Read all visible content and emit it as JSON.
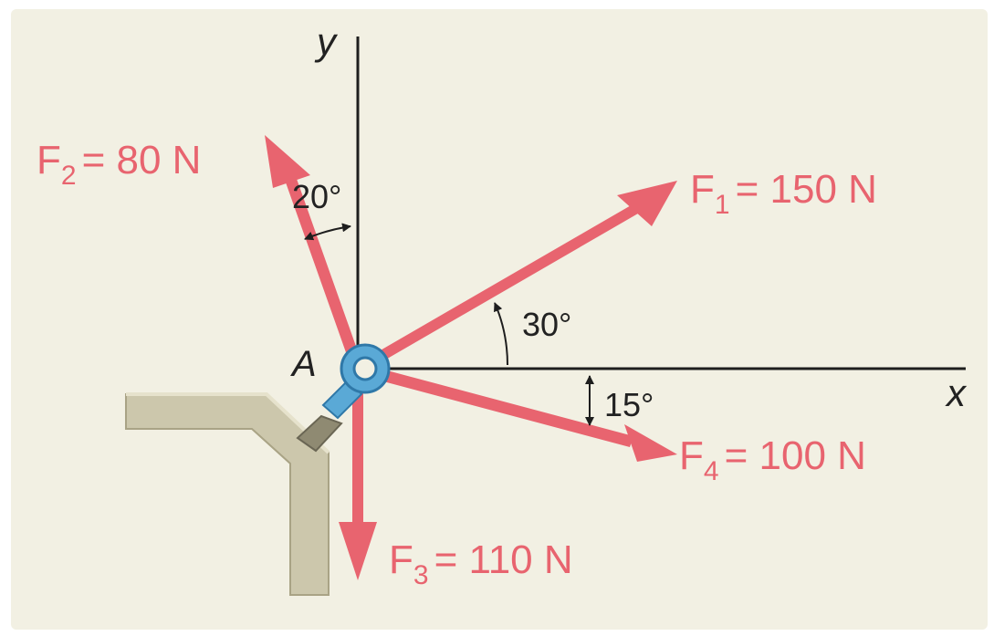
{
  "colors": {
    "panel": "#f2f0e3",
    "force": "#e8646f",
    "axis": "#1e1e1e",
    "support": "#ccc7ac",
    "support_edge": "#a9a385",
    "eyebolt": "#5aa9d6",
    "eyebolt_dark": "#2f78a8"
  },
  "point": {
    "label": "A"
  },
  "axes": {
    "x_label": "x",
    "y_label": "y"
  },
  "forces": [
    {
      "id": "F1",
      "symbol": "F",
      "sub": "1",
      "value": "= 150 N",
      "magnitude_N": 150,
      "angle": "30°",
      "angle_reference": "from +x axis, counterclockwise"
    },
    {
      "id": "F2",
      "symbol": "F",
      "sub": "2",
      "value": "= 80 N",
      "magnitude_N": 80,
      "angle": "20°",
      "angle_reference": "from +y axis, toward -x"
    },
    {
      "id": "F3",
      "symbol": "F",
      "sub": "3",
      "value": "= 110 N",
      "magnitude_N": 110,
      "angle": "",
      "angle_reference": "along -y axis"
    },
    {
      "id": "F4",
      "symbol": "F",
      "sub": "4",
      "value": "= 100 N",
      "magnitude_N": 100,
      "angle": "15°",
      "angle_reference": "below +x axis"
    }
  ],
  "angles": {
    "f1": "30°",
    "f2": "20°",
    "f4": "15°"
  }
}
